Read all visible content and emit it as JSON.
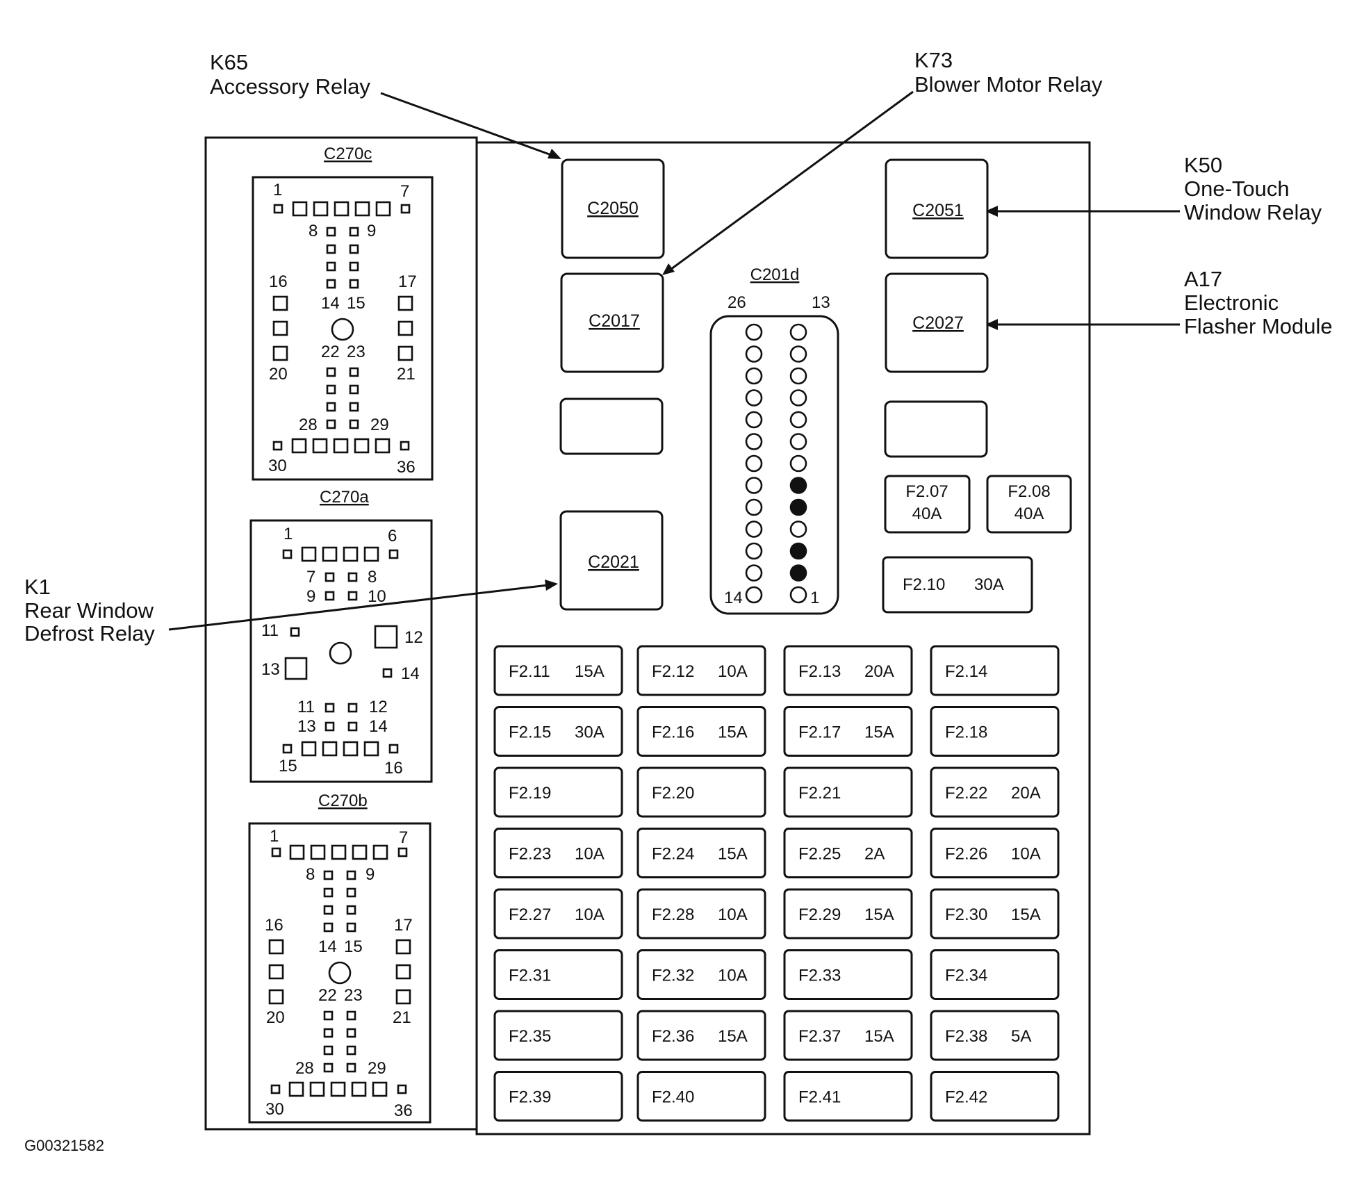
{
  "callouts": {
    "k65": {
      "code": "K65",
      "name": "Accessory Relay"
    },
    "k73": {
      "code": "K73",
      "name": "Blower Motor Relay"
    },
    "k50": {
      "code": "K50",
      "name_line1": "One-Touch",
      "name_line2": "Window Relay"
    },
    "a17": {
      "code": "A17",
      "name_line1": "Electronic",
      "name_line2": "Flasher Module"
    },
    "k1": {
      "code": "K1",
      "name_line1": "Rear Window",
      "name_line2": "Defrost Relay"
    }
  },
  "connectors": {
    "c270c": {
      "title": "C270c",
      "pins": {
        "p1": "1",
        "p7": "7",
        "p8": "8",
        "p9": "9",
        "p16": "16",
        "p17": "17",
        "p14": "14",
        "p15": "15",
        "p22": "22",
        "p23": "23",
        "p20": "20",
        "p21": "21",
        "p28": "28",
        "p29": "29",
        "p30": "30",
        "p36": "36"
      }
    },
    "c270a": {
      "title": "C270a",
      "pins": {
        "p1": "1",
        "p6": "6",
        "p7": "7",
        "p8": "8",
        "p9": "9",
        "p10": "10",
        "p11": "11",
        "p12": "12",
        "p13": "13",
        "p14": "14",
        "p11b": "11",
        "p12b": "12",
        "p13b": "13",
        "p14b": "14",
        "p15": "15",
        "p16": "16"
      }
    },
    "c270b": {
      "title": "C270b",
      "pins": {
        "p1": "1",
        "p7": "7",
        "p8": "8",
        "p9": "9",
        "p16": "16",
        "p17": "17",
        "p14": "14",
        "p15": "15",
        "p22": "22",
        "p23": "23",
        "p20": "20",
        "p21": "21",
        "p28": "28",
        "p29": "29",
        "p30": "30",
        "p36": "36"
      }
    },
    "c201d": {
      "title": "C201d",
      "pin_26": "26",
      "pin_13": "13",
      "pin_14": "14",
      "pin_1": "1",
      "filled_right_rows": [
        7,
        8,
        10,
        11
      ]
    }
  },
  "relays": {
    "c2050": "C2050",
    "c2017": "C2017",
    "c2021": "C2021",
    "c2051": "C2051",
    "c2027": "C2027"
  },
  "fuses": {
    "f207": {
      "id": "F2.07",
      "amp": "40A"
    },
    "f208": {
      "id": "F2.08",
      "amp": "40A"
    },
    "f210": {
      "id": "F2.10",
      "amp": "30A"
    },
    "grid": [
      {
        "id": "F2.11",
        "amp": "15A"
      },
      {
        "id": "F2.12",
        "amp": "10A"
      },
      {
        "id": "F2.13",
        "amp": "20A"
      },
      {
        "id": "F2.14",
        "amp": ""
      },
      {
        "id": "F2.15",
        "amp": "30A"
      },
      {
        "id": "F2.16",
        "amp": "15A"
      },
      {
        "id": "F2.17",
        "amp": "15A"
      },
      {
        "id": "F2.18",
        "amp": ""
      },
      {
        "id": "F2.19",
        "amp": ""
      },
      {
        "id": "F2.20",
        "amp": ""
      },
      {
        "id": "F2.21",
        "amp": ""
      },
      {
        "id": "F2.22",
        "amp": "20A"
      },
      {
        "id": "F2.23",
        "amp": "10A"
      },
      {
        "id": "F2.24",
        "amp": "15A"
      },
      {
        "id": "F2.25",
        "amp": "2A"
      },
      {
        "id": "F2.26",
        "amp": "10A"
      },
      {
        "id": "F2.27",
        "amp": "10A"
      },
      {
        "id": "F2.28",
        "amp": "10A"
      },
      {
        "id": "F2.29",
        "amp": "15A"
      },
      {
        "id": "F2.30",
        "amp": "15A"
      },
      {
        "id": "F2.31",
        "amp": ""
      },
      {
        "id": "F2.32",
        "amp": "10A"
      },
      {
        "id": "F2.33",
        "amp": ""
      },
      {
        "id": "F2.34",
        "amp": ""
      },
      {
        "id": "F2.35",
        "amp": ""
      },
      {
        "id": "F2.36",
        "amp": "15A"
      },
      {
        "id": "F2.37",
        "amp": "15A"
      },
      {
        "id": "F2.38",
        "amp": "5A"
      },
      {
        "id": "F2.39",
        "amp": ""
      },
      {
        "id": "F2.40",
        "amp": ""
      },
      {
        "id": "F2.41",
        "amp": ""
      },
      {
        "id": "F2.42",
        "amp": ""
      }
    ]
  },
  "footer": {
    "image_code": "G00321582"
  }
}
